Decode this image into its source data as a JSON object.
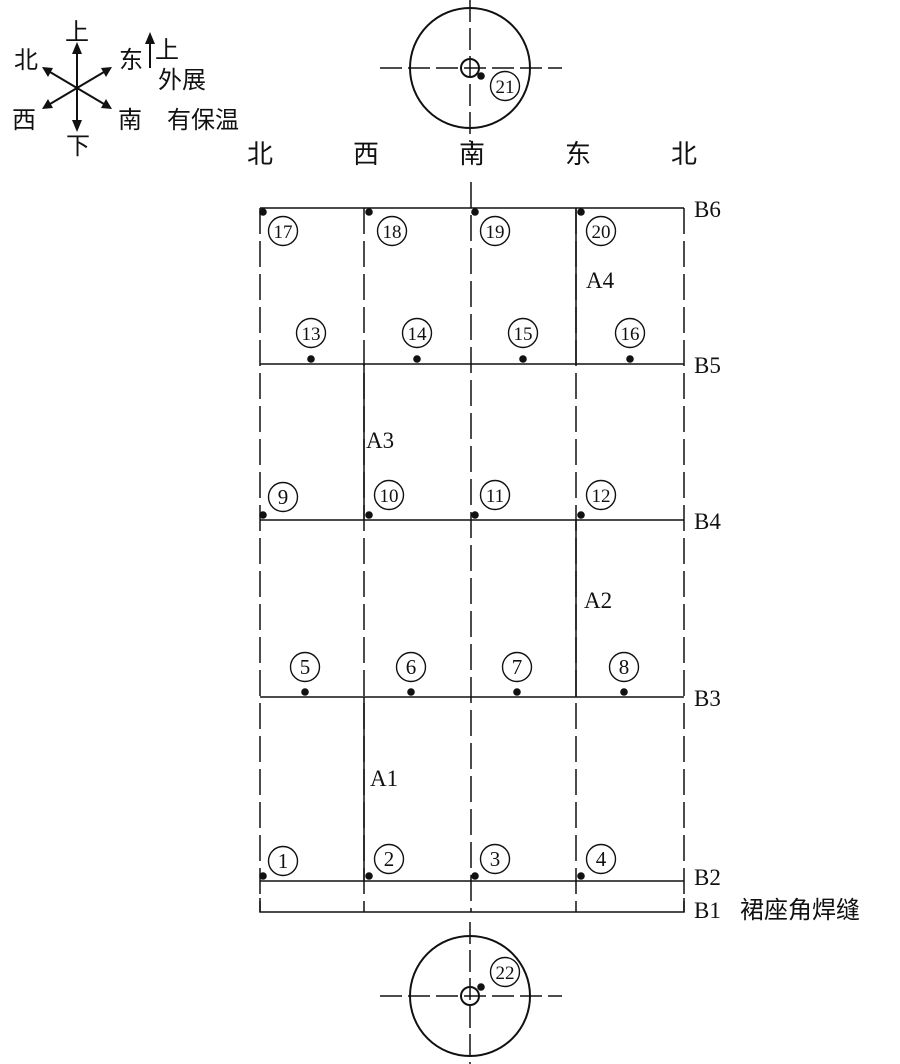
{
  "compass": {
    "up": "上",
    "down": "下",
    "north": "北",
    "east": "东",
    "west": "西",
    "south": "南",
    "legend_up": "上",
    "legend_line1": "外展",
    "legend_line2": "有保温"
  },
  "column_headers": [
    "北",
    "西",
    "南",
    "东",
    "北"
  ],
  "row_labels": [
    "B6",
    "B5",
    "B4",
    "B3",
    "B2",
    "B1"
  ],
  "skirt_weld_label": "裙座角焊缝",
  "region_labels": {
    "a1": "A1",
    "a2": "A2",
    "a3": "A3",
    "a4": "A4"
  },
  "points": [
    "1",
    "2",
    "3",
    "4",
    "5",
    "6",
    "7",
    "8",
    "9",
    "10",
    "11",
    "12",
    "13",
    "14",
    "15",
    "16",
    "17",
    "18",
    "19",
    "20",
    "21",
    "22"
  ]
}
